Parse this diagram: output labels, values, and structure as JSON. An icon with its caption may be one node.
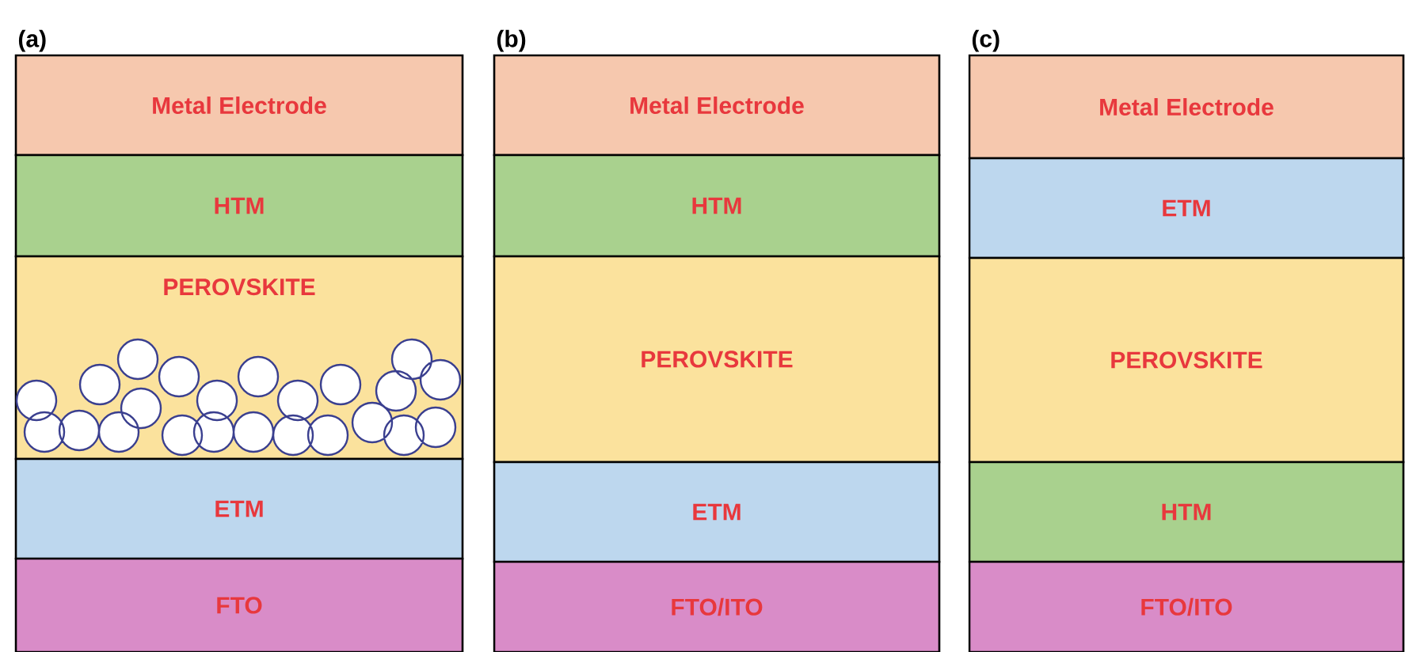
{
  "diagram": {
    "nodes": [
      {
        "text": [
          "Metal Electrode"
        ]
      },
      {
        "text": [
          "HTM"
        ]
      },
      {
        "text": [
          "PEROVSKITE"
        ]
      },
      {
        "text": [
          "ETM"
        ]
      },
      {
        "text": [
          "FTO"
        ]
      },
      {
        "text": [
          "Metal Electrode"
        ]
      },
      {
        "text": [
          "HTM"
        ]
      },
      {
        "text": [
          "PEROVSKITE"
        ]
      },
      {
        "text": [
          "ETM"
        ]
      },
      {
        "text": [
          "FTO/ITO"
        ]
      },
      {
        "text": [
          "Metal Electrode"
        ]
      },
      {
        "text": [
          "ETM"
        ]
      },
      {
        "text": [
          "PEROVSKITE"
        ]
      },
      {
        "text": [
          "HTM"
        ]
      },
      {
        "text": [
          "FTO/ITO"
        ]
      }
    ],
    "labels": [
      "(a)",
      "(b)",
      "(c)"
    ]
  }
}
